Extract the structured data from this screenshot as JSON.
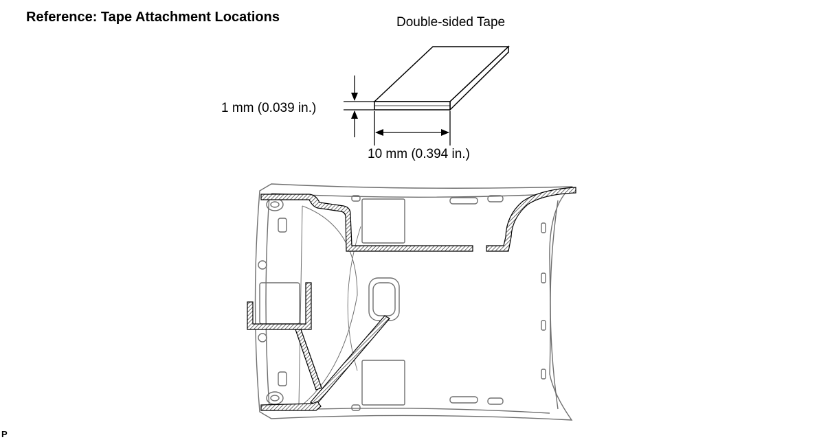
{
  "title": "Reference: Tape Attachment Locations",
  "tape_label": "Double-sided Tape",
  "thickness_label": "1 mm (0.039 in.)",
  "width_label": "10 mm (0.394 in.)",
  "corner_mark": "P",
  "colors": {
    "line": "#000000",
    "hatch": "#555555",
    "body_outline": "#6e6e6e"
  }
}
